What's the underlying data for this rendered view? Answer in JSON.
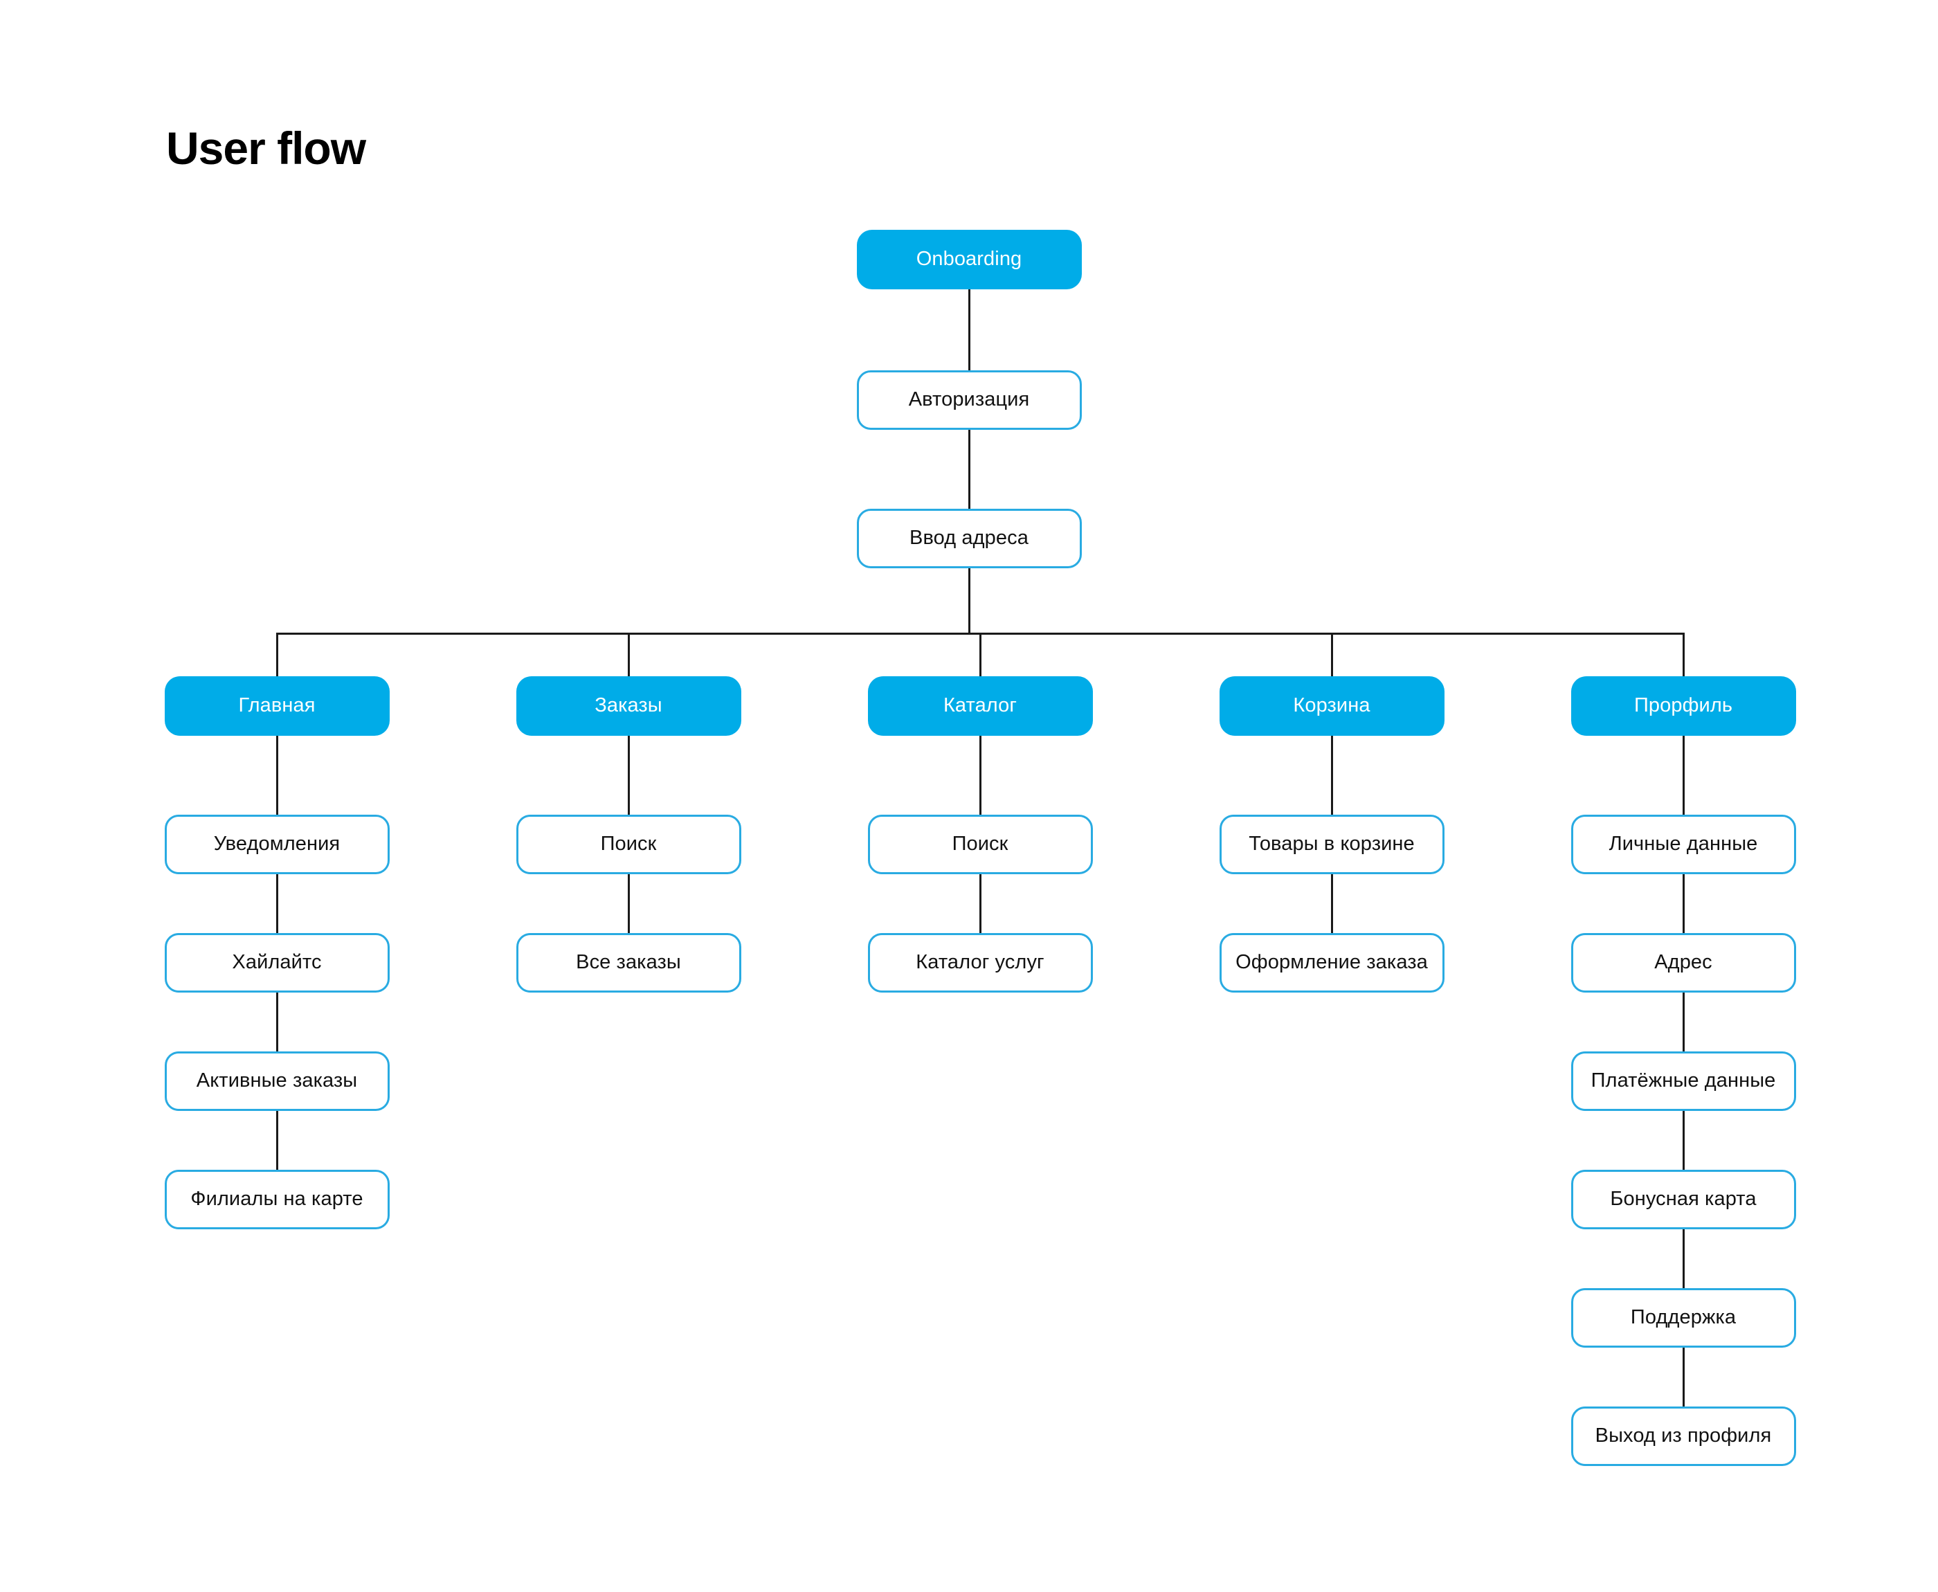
{
  "page": {
    "title": "User flow",
    "background": "#FFFFFF",
    "accent_fill": "#00ACE8",
    "accent_border": "#29ABE2",
    "line_color": "#1A1A1A",
    "text_dark": "#111111",
    "text_light": "#FFFFFF"
  },
  "chart_data": {
    "type": "diagram",
    "subtype": "tree-flowchart",
    "title": "User flow",
    "orientation": "top-down",
    "levels": 5,
    "node_styles": {
      "filled": {
        "fill": "#00ACE8",
        "text": "#FFFFFF"
      },
      "outlined": {
        "fill": "#FFFFFF",
        "border": "#29ABE2",
        "text": "#111111"
      }
    }
  },
  "root_chain": [
    {
      "id": "onboarding",
      "label": "Onboarding",
      "style": "filled"
    },
    {
      "id": "auth",
      "label": "Авторизация",
      "style": "outlined"
    },
    {
      "id": "address",
      "label": "Ввод адреса",
      "style": "outlined"
    }
  ],
  "columns": [
    {
      "id": "main",
      "header": {
        "label": "Главная",
        "style": "filled"
      },
      "children": [
        {
          "label": "Уведомления",
          "style": "outlined"
        },
        {
          "label": "Хайлайтс",
          "style": "outlined"
        },
        {
          "label": "Активные заказы",
          "style": "outlined"
        },
        {
          "label": "Филиалы на карте",
          "style": "outlined"
        }
      ]
    },
    {
      "id": "orders",
      "header": {
        "label": "Заказы",
        "style": "filled"
      },
      "children": [
        {
          "label": "Поиск",
          "style": "outlined"
        },
        {
          "label": "Все заказы",
          "style": "outlined"
        }
      ]
    },
    {
      "id": "catalog",
      "header": {
        "label": "Каталог",
        "style": "filled"
      },
      "children": [
        {
          "label": "Поиск",
          "style": "outlined"
        },
        {
          "label": "Каталог услуг",
          "style": "outlined"
        }
      ]
    },
    {
      "id": "cart",
      "header": {
        "label": "Корзина",
        "style": "filled"
      },
      "children": [
        {
          "label": "Товары в корзине",
          "style": "outlined"
        },
        {
          "label": "Оформление заказа",
          "style": "outlined"
        }
      ]
    },
    {
      "id": "profile",
      "header": {
        "label": "Прорфиль",
        "style": "filled"
      },
      "children": [
        {
          "label": "Личные данные",
          "style": "outlined"
        },
        {
          "label": "Адрес",
          "style": "outlined"
        },
        {
          "label": "Платёжные данные",
          "style": "outlined"
        },
        {
          "label": "Бонусная карта",
          "style": "outlined"
        },
        {
          "label": "Поддержка",
          "style": "outlined"
        },
        {
          "label": "Выход из профиля",
          "style": "outlined"
        }
      ]
    }
  ]
}
